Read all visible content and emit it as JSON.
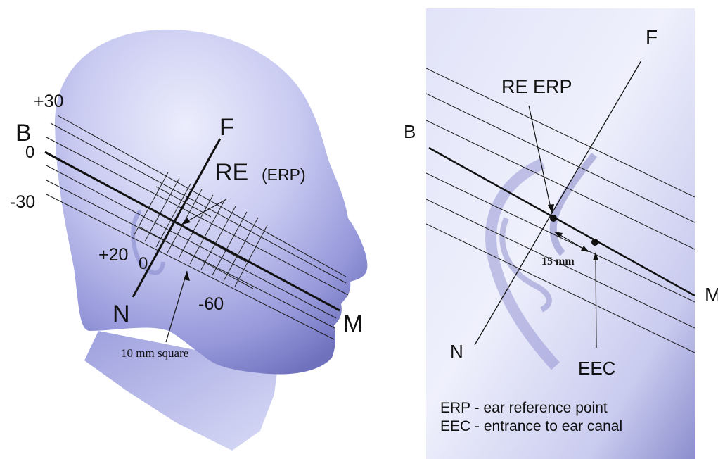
{
  "left_panel": {
    "labels": {
      "offset_plus30": "+30",
      "B": "B",
      "zero_left": "0",
      "offset_minus30": "-30",
      "F": "F",
      "re": "RE",
      "erp": "(ERP)",
      "plus20": "+20",
      "zero_bottom": "0",
      "N": "N",
      "minus60": "-60",
      "M": "M",
      "square_note": "10 mm square"
    }
  },
  "right_panel": {
    "labels": {
      "B": "B",
      "F": "F",
      "re_erp": "RE ERP",
      "M": "M",
      "distance": "15 mm",
      "N": "N",
      "eec": "EEC"
    },
    "legend": [
      "ERP - ear reference point",
      "EEC - entrance to ear canal"
    ]
  },
  "colors": {
    "head_fill_light": "#d6d8f6",
    "head_fill_dark": "#6e70bd",
    "panel_light": "#eeeffb",
    "panel_dark": "#8f91cf",
    "line": "#111111"
  }
}
